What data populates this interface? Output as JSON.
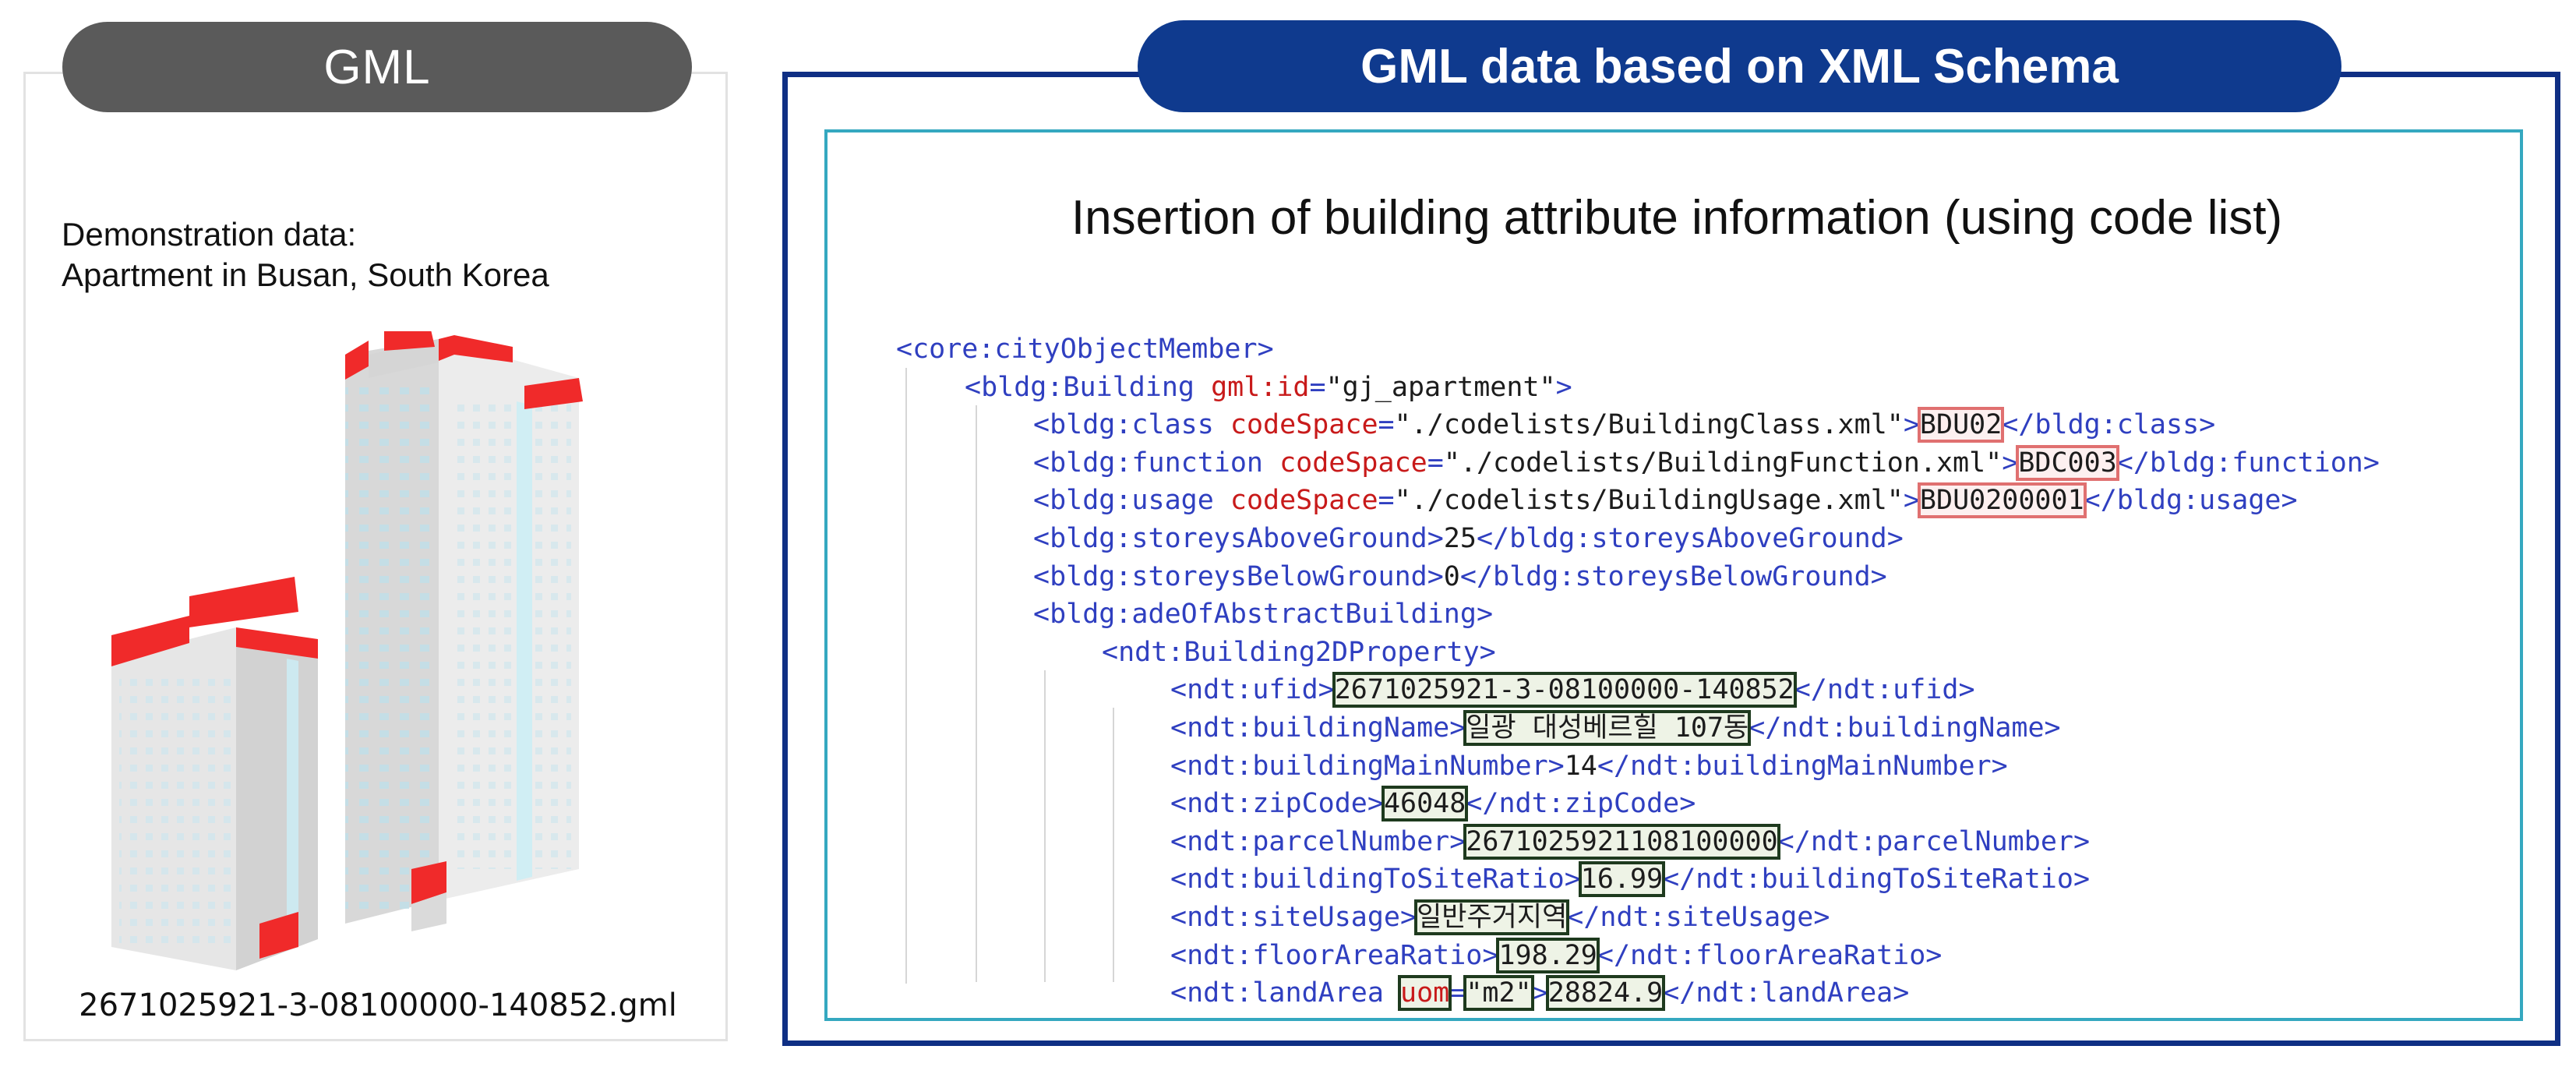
{
  "left": {
    "title": "GML",
    "demo_line1": "Demonstration data:",
    "demo_line2": "Apartment in Busan, South Korea",
    "file_name": "2671025921-3-08100000-140852.gml"
  },
  "right": {
    "title": "GML data based on XML Schema",
    "inner_title": "Insertion of building attribute information (using code list)"
  },
  "colors": {
    "left_pill": "#5a5a5a",
    "right_pill": "#0f3a8e",
    "outer_border": "#0f2f84",
    "inner_border": "#35a8c0",
    "tag": "#2f3fc0",
    "attr": "#c81a1a",
    "building_roof": "#f02a2a"
  },
  "xml_lines": [
    {
      "indent": 0,
      "segs": [
        [
          "tag",
          "<core:cityObjectMember>"
        ]
      ]
    },
    {
      "indent": 1,
      "segs": [
        [
          "tag",
          "<bldg:Building "
        ],
        [
          "attr",
          "gml:id"
        ],
        [
          "tag",
          "="
        ],
        [
          "val",
          "\"gj_apartment\""
        ],
        [
          "tag",
          ">"
        ]
      ]
    },
    {
      "indent": 2,
      "segs": [
        [
          "tag",
          "<bldg:class "
        ],
        [
          "attr",
          "codeSpace"
        ],
        [
          "tag",
          "="
        ],
        [
          "val",
          "\"./codelists/BuildingClass.xml\""
        ],
        [
          "tag",
          ">"
        ],
        [
          "txt",
          "BDU02",
          "red"
        ],
        [
          "tag",
          "</bldg:class>"
        ]
      ]
    },
    {
      "indent": 2,
      "segs": [
        [
          "tag",
          "<bldg:function "
        ],
        [
          "attr",
          "codeSpace"
        ],
        [
          "tag",
          "="
        ],
        [
          "val",
          "\"./codelists/BuildingFunction.xml\""
        ],
        [
          "tag",
          ">"
        ],
        [
          "txt",
          "BDC003",
          "red"
        ],
        [
          "tag",
          "</bldg:function>"
        ]
      ]
    },
    {
      "indent": 2,
      "segs": [
        [
          "tag",
          "<bldg:usage "
        ],
        [
          "attr",
          "codeSpace"
        ],
        [
          "tag",
          "="
        ],
        [
          "val",
          "\"./codelists/BuildingUsage.xml\""
        ],
        [
          "tag",
          ">"
        ],
        [
          "txt",
          "BDU0200001",
          "red"
        ],
        [
          "tag",
          "</bldg:usage>"
        ]
      ]
    },
    {
      "indent": 2,
      "segs": [
        [
          "tag",
          "<bldg:storeysAboveGround>"
        ],
        [
          "txt",
          "25"
        ],
        [
          "tag",
          "</bldg:storeysAboveGround>"
        ]
      ]
    },
    {
      "indent": 2,
      "segs": [
        [
          "tag",
          "<bldg:storeysBelowGround>"
        ],
        [
          "txt",
          "0"
        ],
        [
          "tag",
          "</bldg:storeysBelowGround>"
        ]
      ]
    },
    {
      "indent": 2,
      "segs": [
        [
          "tag",
          "<bldg:adeOfAbstractBuilding>"
        ]
      ]
    },
    {
      "indent": 3,
      "segs": [
        [
          "tag",
          "<ndt:Building2DProperty>"
        ]
      ]
    },
    {
      "indent": 4,
      "segs": [
        [
          "tag",
          "<ndt:ufid>"
        ],
        [
          "txt",
          "2671025921-3-08100000-140852",
          "dark"
        ],
        [
          "tag",
          "</ndt:ufid>"
        ]
      ]
    },
    {
      "indent": 4,
      "segs": [
        [
          "tag",
          "<ndt:buildingName>"
        ],
        [
          "txt",
          "일광 대성베르힐 107동",
          "dark"
        ],
        [
          "tag",
          "</ndt:buildingName>"
        ]
      ]
    },
    {
      "indent": 4,
      "segs": [
        [
          "tag",
          "<ndt:buildingMainNumber>"
        ],
        [
          "txt",
          "14"
        ],
        [
          "tag",
          "</ndt:buildingMainNumber>"
        ]
      ]
    },
    {
      "indent": 4,
      "segs": [
        [
          "tag",
          "<ndt:zipCode>"
        ],
        [
          "txt",
          "46048",
          "dark"
        ],
        [
          "tag",
          "</ndt:zipCode>"
        ]
      ]
    },
    {
      "indent": 4,
      "segs": [
        [
          "tag",
          "<ndt:parcelNumber>"
        ],
        [
          "txt",
          "2671025921108100000",
          "dark"
        ],
        [
          "tag",
          "</ndt:parcelNumber>"
        ]
      ]
    },
    {
      "indent": 4,
      "segs": [
        [
          "tag",
          "<ndt:buildingToSiteRatio>"
        ],
        [
          "txt",
          "16.99",
          "dark"
        ],
        [
          "tag",
          "</ndt:buildingToSiteRatio>"
        ]
      ]
    },
    {
      "indent": 4,
      "segs": [
        [
          "tag",
          "<ndt:siteUsage>"
        ],
        [
          "txt",
          "일반주거지역",
          "dark"
        ],
        [
          "tag",
          "</ndt:siteUsage>"
        ]
      ]
    },
    {
      "indent": 4,
      "segs": [
        [
          "tag",
          "<ndt:floorAreaRatio>"
        ],
        [
          "txt",
          "198.29",
          "dark"
        ],
        [
          "tag",
          "</ndt:floorAreaRatio>"
        ]
      ]
    },
    {
      "indent": 4,
      "segs": [
        [
          "tag",
          "<ndt:landArea "
        ],
        [
          "attr",
          "uom",
          "dark"
        ],
        [
          "tag",
          "="
        ],
        [
          "val",
          "\"m2\"",
          "dark"
        ],
        [
          "tag",
          ">"
        ],
        [
          "txt",
          "28824.9",
          "dark"
        ],
        [
          "tag",
          "</ndt:landArea>"
        ]
      ]
    }
  ]
}
